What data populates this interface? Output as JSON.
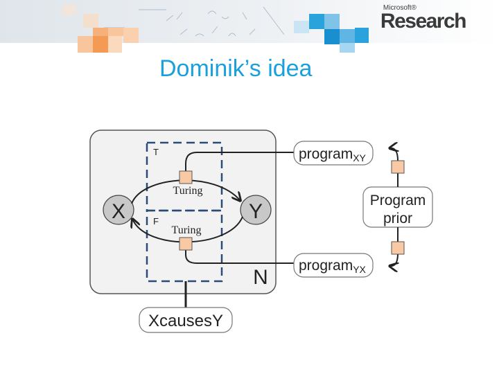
{
  "slide": {
    "title": "Dominik’s idea",
    "logo_small": "Microsoft®",
    "logo_big": "Research"
  },
  "diagram": {
    "nodes": {
      "x": "X",
      "y": "Y",
      "program_xy_base": "program",
      "program_xy_sub": "XY",
      "program_yx_base": "program",
      "program_yx_sub": "YX",
      "prior_line1": "Program",
      "prior_line2": "prior",
      "xcausesy": "XcausesY",
      "plate_label": "N"
    },
    "gate": {
      "true_label": "T",
      "false_label": "F"
    },
    "edges": {
      "turing_top": "Turing",
      "turing_bottom": "Turing"
    }
  },
  "colors": {
    "title": "#1aa0dc",
    "factor": "#f9c9a6",
    "node_fill": "#c8c8c8",
    "gate_dash": "#2a4a78"
  }
}
